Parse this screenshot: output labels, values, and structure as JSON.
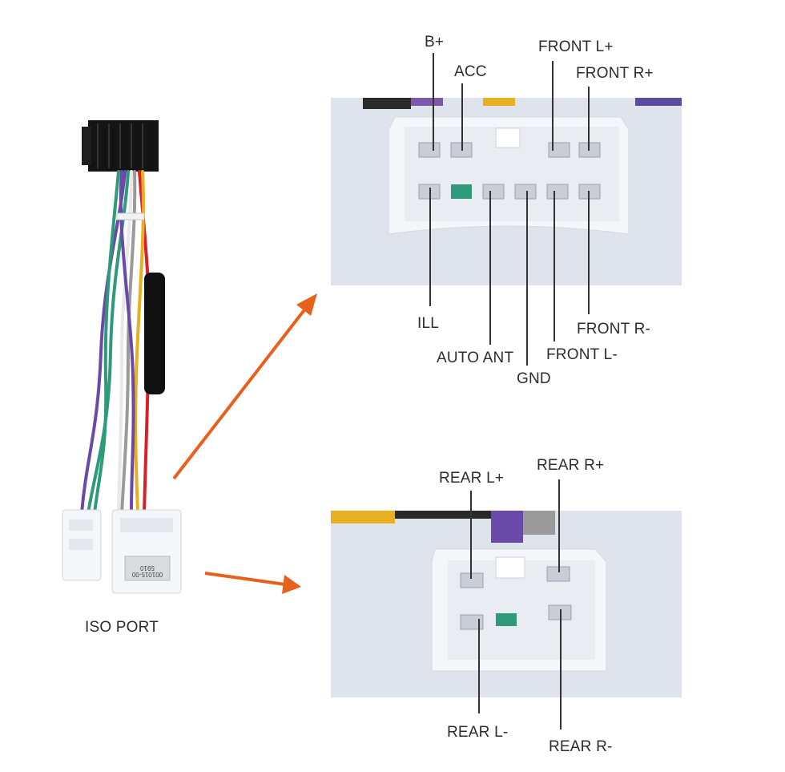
{
  "harness": {
    "caption": "ISO PORT",
    "sticker_line1": "5910",
    "sticker_line2": "001015-00"
  },
  "top_connector": {
    "labels_above": [
      "B+",
      "ACC",
      "FRONT L+",
      "FRONT R+"
    ],
    "labels_below": [
      "ILL",
      "AUTO ANT",
      "GND",
      "FRONT L-",
      "FRONT R-"
    ]
  },
  "bottom_connector": {
    "labels_above": [
      "REAR L+",
      "REAR R+"
    ],
    "labels_below": [
      "REAR L-",
      "REAR R-"
    ]
  },
  "colors": {
    "arrow": "#e8601c",
    "leader_line": "#333333",
    "wire_purple": "#6a4aa8",
    "wire_green": "#2e9a7a",
    "wire_grey": "#9a9a9a",
    "wire_red": "#d8202a",
    "wire_yellow": "#e8b020",
    "wire_white": "#e8e8e8",
    "connector_shell": "#f4f6fa",
    "photo_background": "#dfe3ec"
  }
}
